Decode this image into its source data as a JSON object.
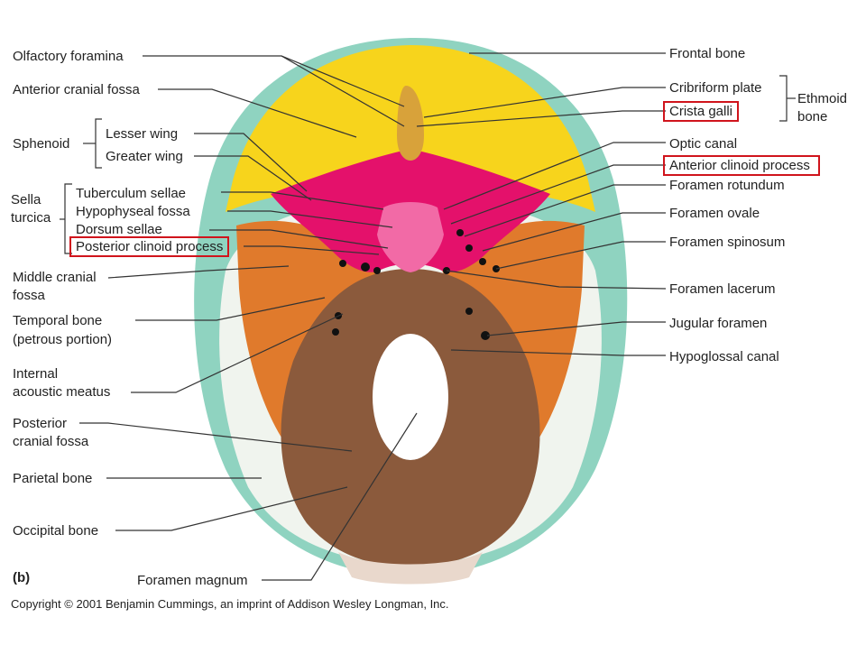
{
  "figure": {
    "panel_letter": "(b)",
    "copyright": "Copyright © 2001 Benjamin Cummings, an imprint of Addison Wesley Longman, Inc."
  },
  "labels_left": {
    "olfactory_foramina": "Olfactory foramina",
    "anterior_cranial_fossa": "Anterior cranial fossa",
    "sphenoid": "Sphenoid",
    "lesser_wing": "Lesser wing",
    "greater_wing": "Greater wing",
    "sella_turcica_1": "Sella",
    "sella_turcica_2": "turcica",
    "tuberculum_sellae": "Tuberculum sellae",
    "hypophyseal_fossa": "Hypophyseal fossa",
    "dorsum_sellae": "Dorsum sellae",
    "posterior_clinoid_process": "Posterior clinoid process",
    "middle_cranial_fossa_1": "Middle cranial",
    "middle_cranial_fossa_2": "fossa",
    "temporal_bone_1": "Temporal bone",
    "temporal_bone_2": "(petrous portion)",
    "internal_acoustic_1": "Internal",
    "internal_acoustic_2": "acoustic meatus",
    "posterior_cranial_1": "Posterior",
    "posterior_cranial_2": "cranial fossa",
    "parietal_bone": "Parietal bone",
    "occipital_bone": "Occipital bone",
    "foramen_magnum": "Foramen magnum"
  },
  "labels_right": {
    "frontal_bone": "Frontal bone",
    "cribriform_plate": "Cribriform plate",
    "crista_galli": "Crista galli",
    "ethmoid_1": "Ethmoid",
    "ethmoid_2": "bone",
    "optic_canal": "Optic canal",
    "anterior_clinoid_process": "Anterior clinoid process",
    "foramen_rotundum": "Foramen rotundum",
    "foramen_ovale": "Foramen ovale",
    "foramen_spinosum": "Foramen spinosum",
    "foramen_lacerum": "Foramen lacerum",
    "jugular_foramen": "Jugular foramen",
    "hypoglossal_canal": "Hypoglossal canal"
  },
  "colors": {
    "frontal": "#f7d41c",
    "sphenoid": "#e4116b",
    "temporal": "#e07a2c",
    "occipital": "#8b5a3c",
    "parietal": "#8fd3c0",
    "highlight_box": "#d0141c"
  }
}
